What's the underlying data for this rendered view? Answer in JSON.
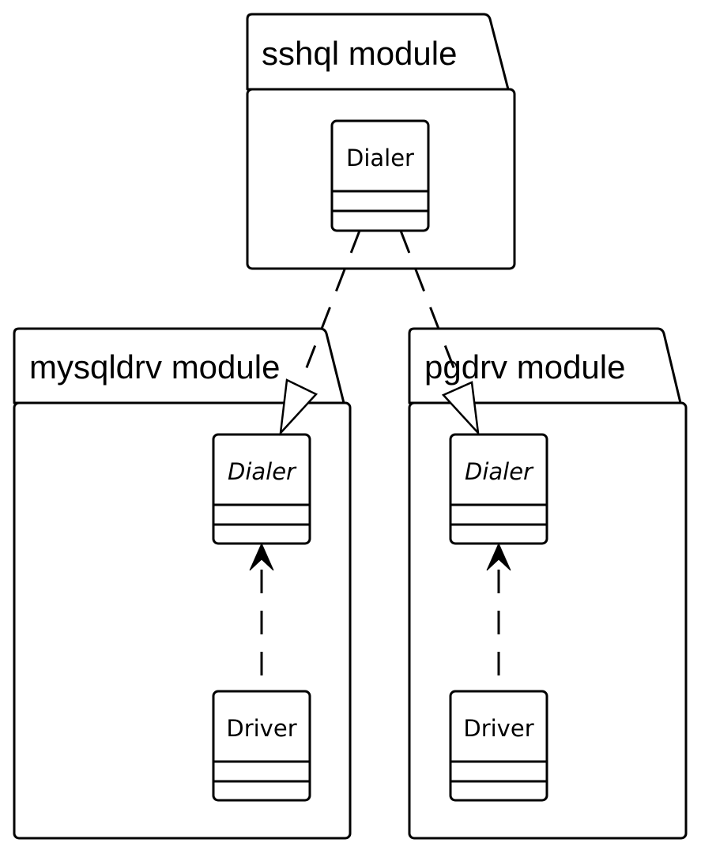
{
  "packages": {
    "sshql": {
      "title": "sshql module",
      "classes": {
        "dialer": "Dialer"
      }
    },
    "mysqldrv": {
      "title": "mysqldrv module",
      "classes": {
        "dialer": "Dialer",
        "driver": "Driver"
      }
    },
    "pgdrv": {
      "title": "pgdrv module",
      "classes": {
        "dialer": "Dialer",
        "driver": "Driver"
      }
    }
  },
  "relations": [
    {
      "from": "sshql.Dialer",
      "to": "mysqldrv.Dialer",
      "kind": "realization"
    },
    {
      "from": "sshql.Dialer",
      "to": "pgdrv.Dialer",
      "kind": "realization"
    },
    {
      "from": "mysqldrv.Driver",
      "to": "mysqldrv.Dialer",
      "kind": "dependency"
    },
    {
      "from": "pgdrv.Driver",
      "to": "pgdrv.Dialer",
      "kind": "dependency"
    }
  ]
}
